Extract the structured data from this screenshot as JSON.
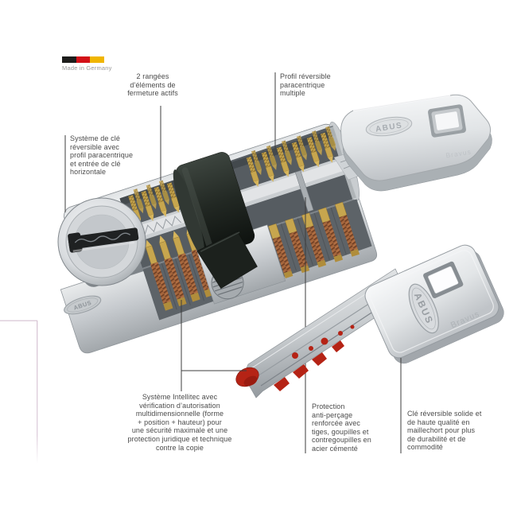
{
  "badge": {
    "label": "Made in Germany",
    "flag_colors": [
      "#1d1d1b",
      "#d31118",
      "#f0b500"
    ]
  },
  "annotations": {
    "active_rows": {
      "lines": [
        "2 rangées",
        "d’éléments de",
        "fermeture actifs"
      ]
    },
    "reversible_profile": {
      "lines": [
        "Profil réversible",
        "paracentrique",
        "multiple"
      ]
    },
    "key_system": {
      "lines": [
        "Système de clé",
        "réversible avec",
        "profil paracentrique",
        "et entrée de clé",
        "horizontale"
      ]
    },
    "intellitec": {
      "lines": [
        "Système Intellitec avec",
        "vérification d’autorisation",
        "multidimensionnelle (forme",
        "+ position + hauteur) pour",
        "une sécurité maximale et une",
        "protection juridique et technique",
        "contre la copie"
      ]
    },
    "anti_drill": {
      "lines": [
        "Protection",
        "anti-perçage",
        "renforcée avec",
        "tiges, goupilles et",
        "contregoupilles en",
        "acier cémenté"
      ]
    },
    "quality_key": {
      "lines": [
        "Clé réversible solide et",
        "de haute qualité en",
        "maillechort pour plus",
        "de durabilité et de",
        "commodité"
      ]
    }
  },
  "illustration": {
    "brand": "ABUS",
    "model": "Bravus"
  },
  "colors": {
    "label_text": "#4a4a4a",
    "leader_line": "#3d3d3d",
    "chrome_highlight": "#f4f6f7",
    "chrome_shadow": "#7c8287",
    "brass_pin": "#c7a64e",
    "copper_spring": "#a4653c",
    "cam_black": "#1c211d",
    "intellitec_red": "#b52315",
    "crop_mark_pink": "#d9c6d6",
    "badge_text_gray": "#999999"
  }
}
